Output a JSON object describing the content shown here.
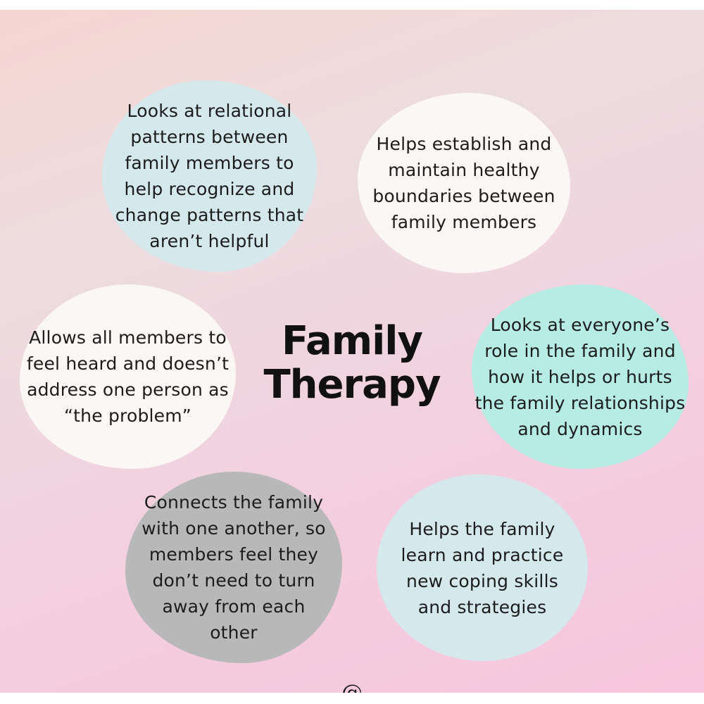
{
  "title": "Family Therapy",
  "bubbles": [
    {
      "text": "Looks at relational patterns between family members to help recognize and change patterns that aren’t helpful",
      "color": "#d5e9ec"
    },
    {
      "text": "Helps establish and maintain healthy boundaries between family members",
      "color": "#fbf7f5"
    },
    {
      "text": "Allows all members to feel heard and doesn’t address one person as “the problem”",
      "color": "#fbf7f5"
    },
    {
      "text": "Looks at everyone’s role in the family and how it helps or hurts the family relationships and dynamics",
      "color": "#b6ece3"
    },
    {
      "text": "Connects the family with one another, so members feel they don’t need to turn away from each other",
      "color": "#b8b8b8"
    },
    {
      "text": "Helps the family learn and practice new coping skills and strategies",
      "color": "#d5e9ec"
    }
  ],
  "footer": {
    "handle": "@"
  }
}
